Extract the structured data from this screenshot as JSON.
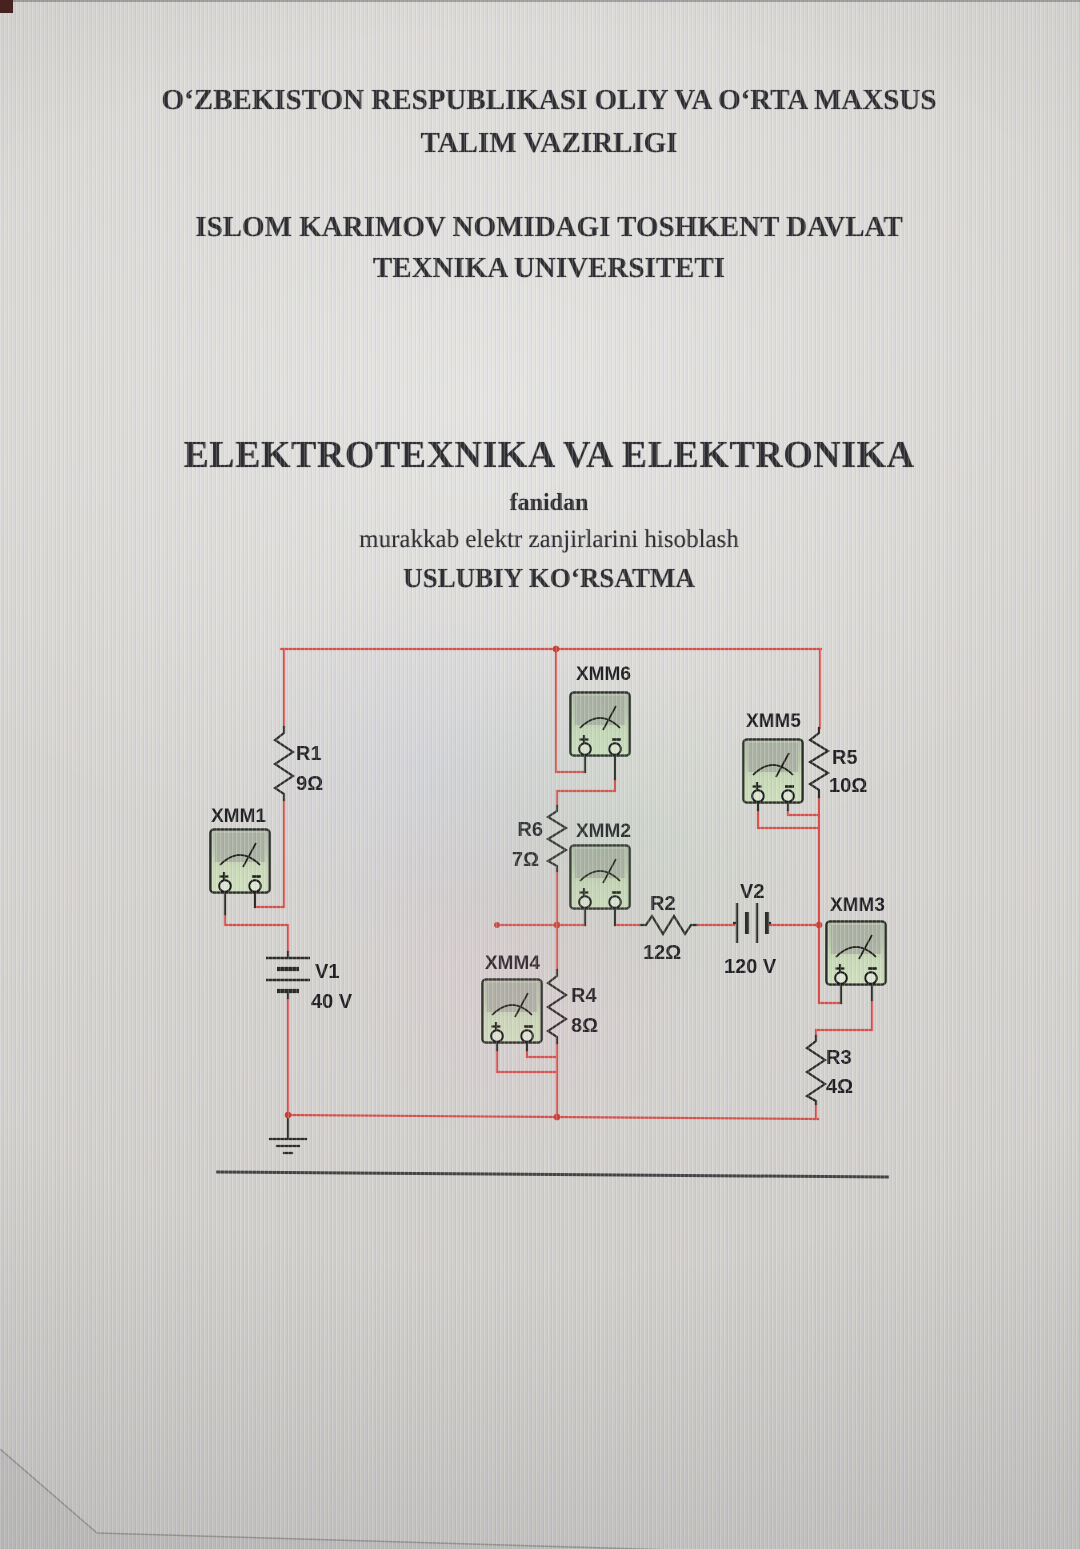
{
  "header": {
    "line1": "O‘ZBEKISTON RESPUBLIKASI OLIY VA O‘RTA MAXSUS",
    "line2": "TALIM VAZIRLIGI",
    "line3": "ISLOM KARIMOV NOMIDAGI TOSHKENT DAVLAT",
    "line4": "TEXNIKA UNIVERSITETI"
  },
  "title_block": {
    "title": "ELEKTROTEXNIKA VA ELEKTRONIKA",
    "line1": "fanidan",
    "line2": "murakkab elektr zanjirlarini hisoblash",
    "line3": "USLUBIY KO‘RSATMA"
  },
  "circuit": {
    "meters": {
      "xmm1": "XMM1",
      "xmm2": "XMM2",
      "xmm3": "XMM3",
      "xmm4": "XMM4",
      "xmm5": "XMM5",
      "xmm6": "XMM6"
    },
    "resistors": {
      "r1": {
        "name": "R1",
        "value": "9Ω"
      },
      "r2": {
        "name": "R2",
        "value": "12Ω"
      },
      "r3": {
        "name": "R3",
        "value": "4Ω"
      },
      "r4": {
        "name": "R4",
        "value": "8Ω"
      },
      "r5": {
        "name": "R5",
        "value": "10Ω"
      },
      "r6": {
        "name": "R6",
        "value": "7Ω"
      }
    },
    "sources": {
      "v1": {
        "name": "V1",
        "value": "40 V"
      },
      "v2": {
        "name": "V2",
        "value": "120 V"
      }
    },
    "colors": {
      "wire": "#d84a45",
      "lead": "#23231f",
      "meter_body": "#c8dab6",
      "meter_display": "#a7ad9f",
      "junction_dot": "#c9392f"
    }
  }
}
